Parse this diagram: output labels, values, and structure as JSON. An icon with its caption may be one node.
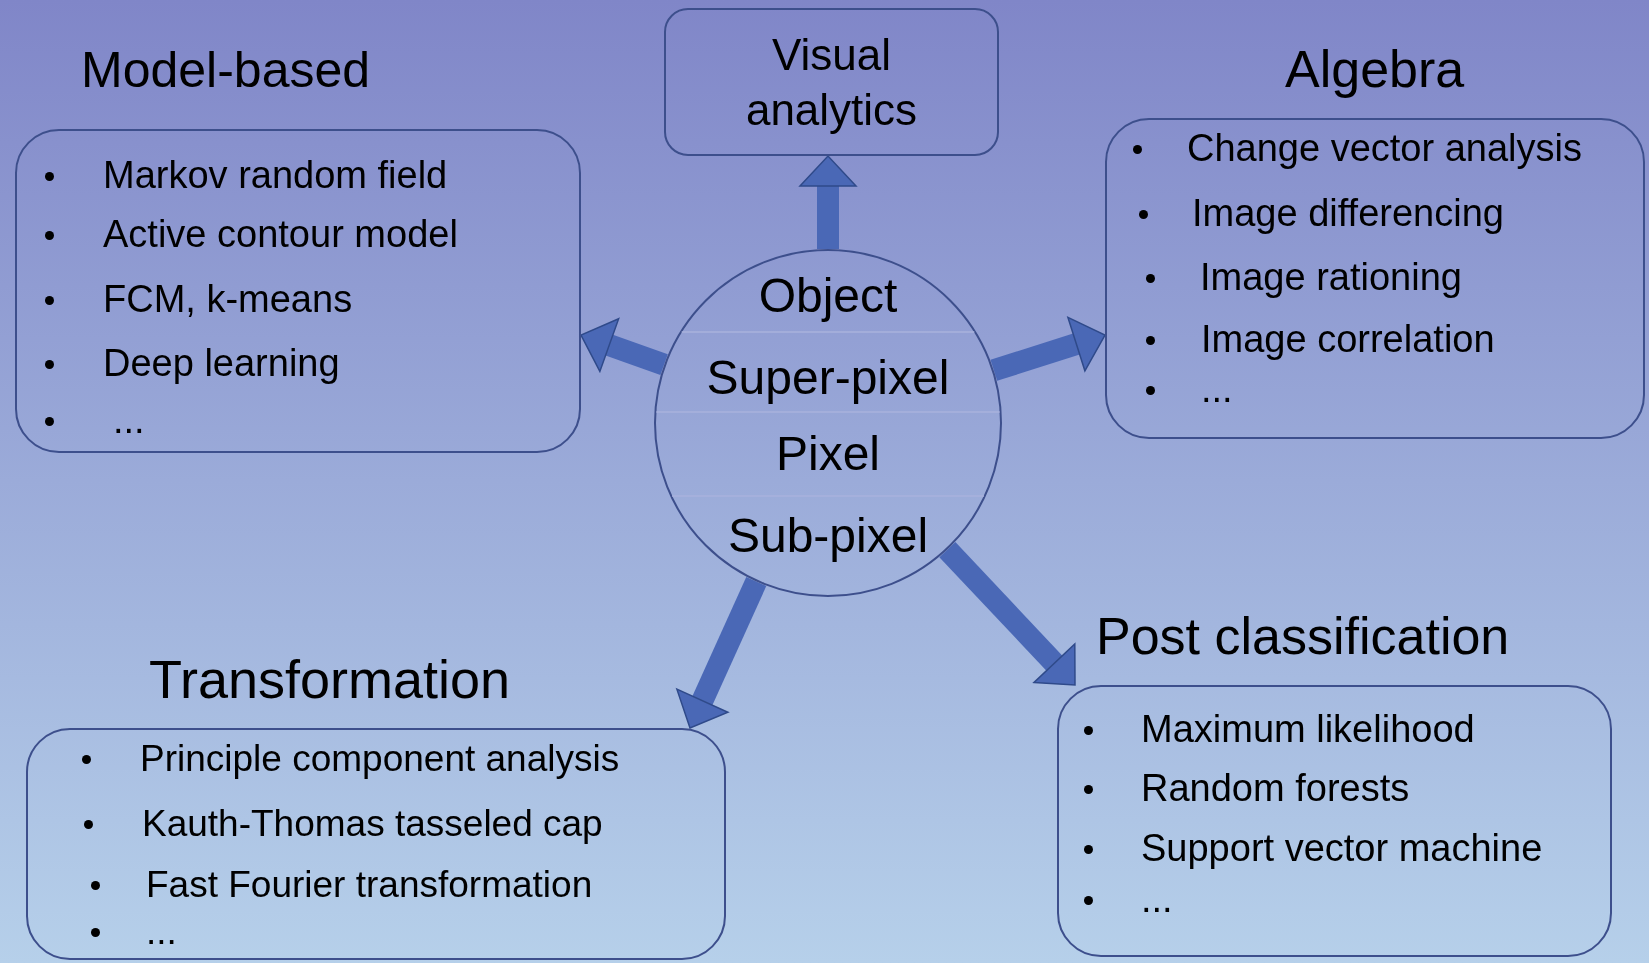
{
  "diagram": {
    "nodes": [
      {
        "text": [
          "Visual analytics"
        ]
      },
      {
        "text": [
          "Model-based",
          "Markov random field",
          "Active contour model",
          "FCM, k-means",
          "Deep learning",
          "..."
        ]
      },
      {
        "text": [
          "Algebra",
          "Change vector analysis",
          "Image differencing",
          "Image rationing",
          "Image correlation",
          "..."
        ]
      },
      {
        "text": [
          "Object",
          "Super-pixel",
          "Pixel",
          "Sub-pixel"
        ]
      },
      {
        "text": [
          "Transformation",
          "Principle component analysis",
          "Kauth-Thomas tasseled cap",
          "Fast Fourier transformation",
          "..."
        ]
      },
      {
        "text": [
          "Post classification",
          "Maximum likelihood",
          "Random forests",
          "Support vector machine",
          "..."
        ]
      }
    ],
    "edges": [
      {
        "from": 3,
        "to": 0,
        "arrow": "to"
      },
      {
        "from": 3,
        "to": 1,
        "arrow": "to"
      },
      {
        "from": 3,
        "to": 2,
        "arrow": "to"
      },
      {
        "from": 3,
        "to": 4,
        "arrow": "to"
      },
      {
        "from": 3,
        "to": 5,
        "arrow": "to"
      }
    ]
  }
}
